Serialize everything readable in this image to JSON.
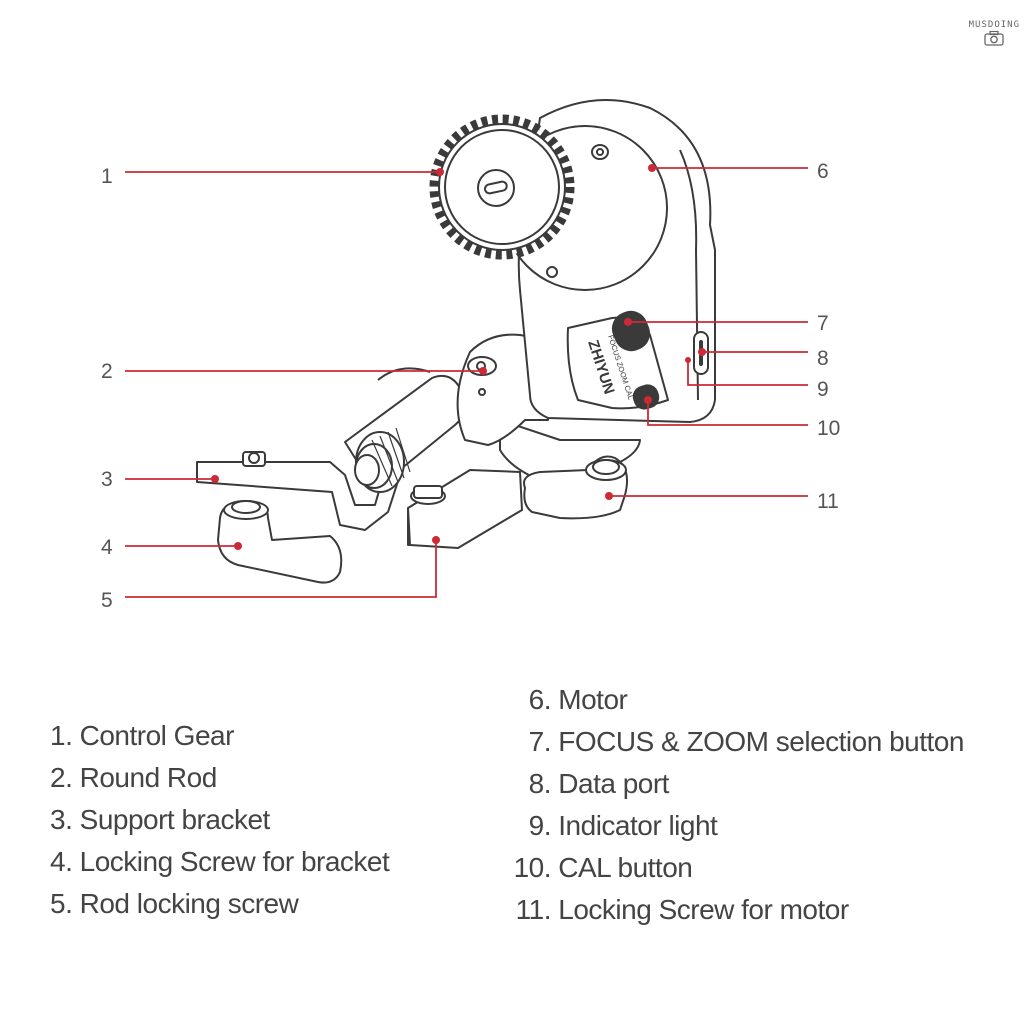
{
  "watermark": {
    "brand": "MUSDOING",
    "icon": "camera-icon"
  },
  "colors": {
    "leader": "#cc2a36",
    "outline": "#3a3a3a",
    "body": "#ffffff"
  },
  "callouts": [
    {
      "num": "1"
    },
    {
      "num": "2"
    },
    {
      "num": "3"
    },
    {
      "num": "4"
    },
    {
      "num": "5"
    },
    {
      "num": "6"
    },
    {
      "num": "7"
    },
    {
      "num": "8"
    },
    {
      "num": "9"
    },
    {
      "num": "10"
    },
    {
      "num": "11"
    }
  ],
  "device_text": {
    "brand": "ZHIYUN",
    "buttons": "FOCUS  ZOOM  CAL"
  },
  "legend": [
    {
      "num": "1.",
      "label": "Control Gear"
    },
    {
      "num": "2.",
      "label": "Round Rod"
    },
    {
      "num": "3.",
      "label": "Support bracket"
    },
    {
      "num": "4.",
      "label": "Locking Screw for bracket"
    },
    {
      "num": "5.",
      "label": "Rod locking screw"
    },
    {
      "num": "6.",
      "label": "Motor"
    },
    {
      "num": "7.",
      "label": "FOCUS & ZOOM selection button"
    },
    {
      "num": "8.",
      "label": "Data port"
    },
    {
      "num": "9.",
      "label": "Indicator light"
    },
    {
      "num": "10.",
      "label": "CAL button"
    },
    {
      "num": "11.",
      "label": "Locking Screw for motor"
    }
  ]
}
